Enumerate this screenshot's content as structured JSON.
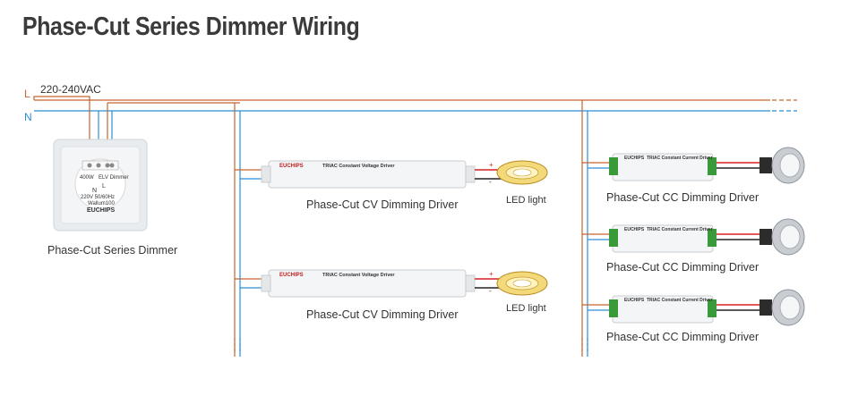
{
  "title": "Phase-Cut Series Dimmer Wiring",
  "supply": {
    "l_label": "L",
    "n_label": "N",
    "voltage": "220-240VAC"
  },
  "colors": {
    "live": "#c8632d",
    "neutral": "#2a8fd8",
    "positive": "#d92020",
    "negative": "#222222"
  },
  "dimmer": {
    "label": "Phase-Cut Series Dimmer",
    "face": {
      "power": "400W",
      "type": "ELV Dimmer",
      "rating": "220V 50/60Hz",
      "model": "Wallum100",
      "brand": "EUCHIPS",
      "term_l": "L",
      "term_n": "N"
    }
  },
  "cv_drivers": [
    {
      "label": "Phase-Cut CV Dimming Driver",
      "brand": "EUCHIPS",
      "heading": "TRIAC Constant Voltage Driver",
      "load_label": "LED light",
      "plus": "+",
      "minus": "-"
    },
    {
      "label": "Phase-Cut CV Dimming Driver",
      "brand": "EUCHIPS",
      "heading": "TRIAC Constant Voltage Driver",
      "load_label": "LED light",
      "plus": "+",
      "minus": "-"
    }
  ],
  "cc_drivers": [
    {
      "label": "Phase-Cut CC Dimming Driver",
      "brand": "EUCHIPS",
      "heading": "TRIAC Constant Current Driver"
    },
    {
      "label": "Phase-Cut CC Dimming Driver",
      "brand": "EUCHIPS",
      "heading": "TRIAC Constant Current Driver"
    },
    {
      "label": "Phase-Cut CC Dimming Driver",
      "brand": "EUCHIPS",
      "heading": "TRIAC Constant Current Driver"
    }
  ]
}
